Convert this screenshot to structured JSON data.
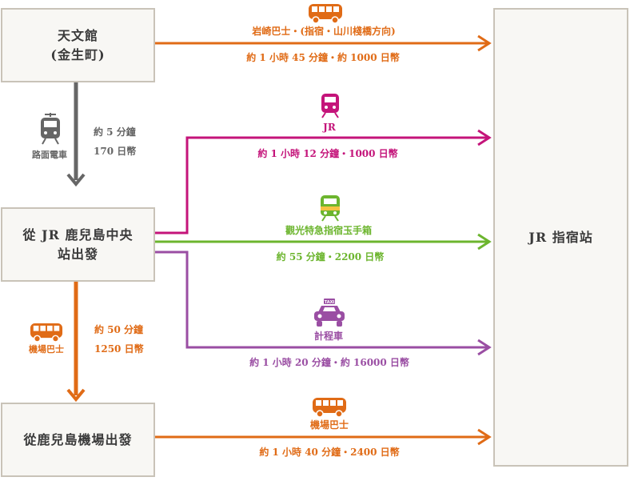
{
  "boxes": {
    "tenmonkan_line1": "天文館",
    "tenmonkan_line2": "(金生町)",
    "chuo_line1": "從 JR 鹿兒島中央",
    "chuo_line2": "站出發",
    "airport": "從鹿兒島機場出發",
    "ibusuki": "JR 指宿站"
  },
  "routes": {
    "bus_top": {
      "name": "岩崎巴士・(指宿・山川棧橋方向)",
      "info": "約 1 小時 45 分鐘・約 1000 日幣"
    },
    "jr": {
      "name": "JR",
      "info": "約 1 小時 12 分鐘・1000 日幣"
    },
    "ltd_express": {
      "name": "觀光特急指宿玉手箱",
      "info": "約 55 分鐘・2200 日幣"
    },
    "taxi": {
      "name": "計程車",
      "info": "約 1 小時 20 分鐘・約 16000 日幣"
    },
    "airport_bus": {
      "name": "機場巴士",
      "info": "約 1 小時 40 分鐘・2400 日幣"
    },
    "tram": {
      "name": "路面電車",
      "time": "約 5 分鐘",
      "price": "170 日幣"
    },
    "airport_bus_vertical": {
      "name": "機場巴士",
      "time": "約 50 分鐘",
      "price": "1250 日幣"
    }
  },
  "taxi_sign": "TAXI",
  "icons": [
    "bus-icon",
    "train-icon",
    "limited-express-icon",
    "taxi-icon",
    "tram-icon"
  ],
  "colors": {
    "orange": "#e06b16",
    "magenta": "#c4147a",
    "green": "#6cb52e",
    "purple": "#9a4ea3",
    "gray": "#666666",
    "box_border": "#c9c3b8"
  }
}
